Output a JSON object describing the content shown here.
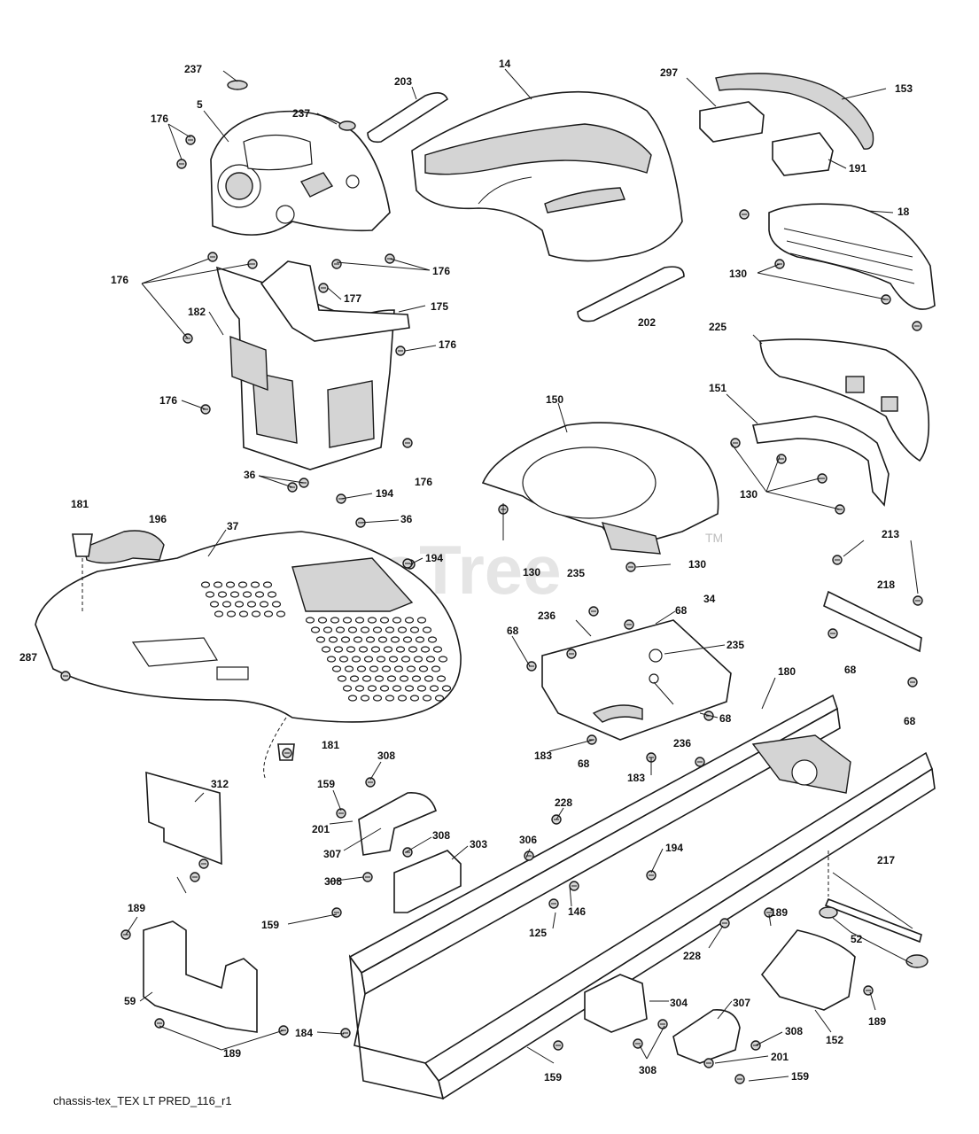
{
  "watermark": {
    "text": "PartsTree",
    "trademark": "TM"
  },
  "footer": {
    "text": "chassis-tex_TEX LT PRED_116_r1"
  },
  "callouts": [
    "237",
    "203",
    "14",
    "297",
    "153",
    "5",
    "237",
    "176",
    "191",
    "18",
    "130",
    "176",
    "176",
    "177",
    "175",
    "182",
    "176",
    "202",
    "225",
    "151",
    "176",
    "176",
    "150",
    "130",
    "36",
    "194",
    "181",
    "196",
    "37",
    "36",
    "194",
    "130",
    "130",
    "235",
    "213",
    "218",
    "236",
    "68",
    "34",
    "68",
    "235",
    "287",
    "68",
    "68",
    "181",
    "180",
    "68",
    "183",
    "68",
    "236",
    "183",
    "312",
    "308",
    "159",
    "201",
    "228",
    "307",
    "308",
    "306",
    "303",
    "194",
    "308",
    "217",
    "146",
    "189",
    "159",
    "189",
    "125",
    "52",
    "228",
    "304",
    "59",
    "307",
    "189",
    "184",
    "152",
    "308",
    "189",
    "201",
    "159",
    "308",
    "159"
  ]
}
